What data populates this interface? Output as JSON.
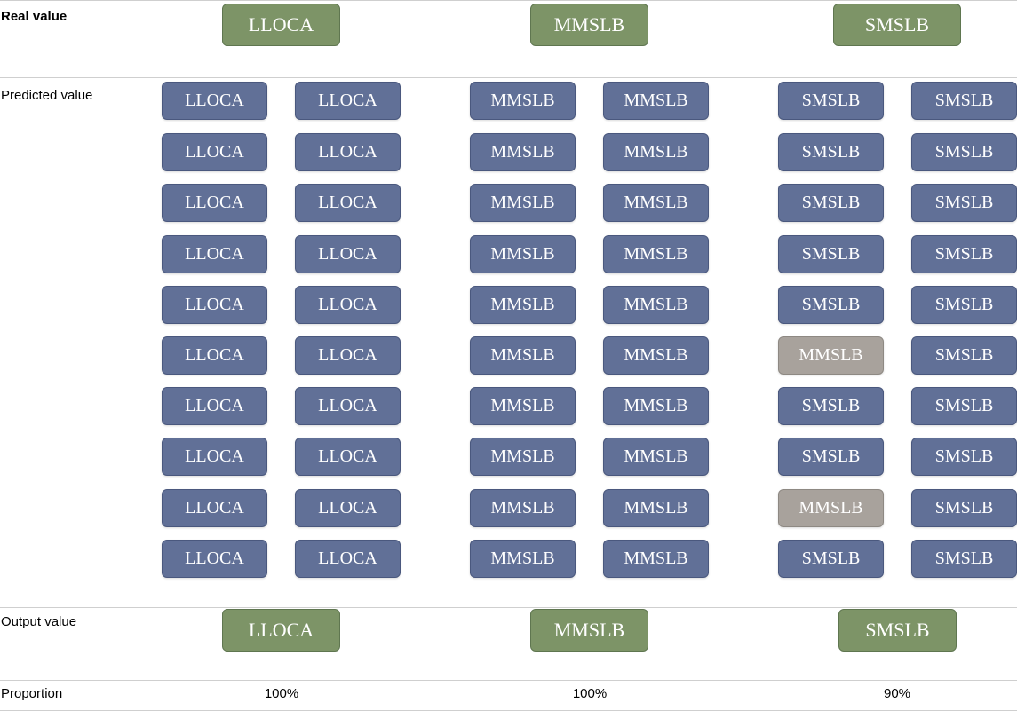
{
  "labels": {
    "real_value": "Real value",
    "predicted_value": "Predicted value",
    "output_value": "Output value",
    "proportion": "Proportion"
  },
  "colors": {
    "real_box": "#7d9467",
    "predicted_box": "#617097",
    "misclassified_box": "#a8a29c"
  },
  "groups": [
    {
      "real": "LLOCA",
      "output": "LLOCA",
      "proportion": "100%",
      "predictions": [
        [
          "LLOCA",
          "LLOCA"
        ],
        [
          "LLOCA",
          "LLOCA"
        ],
        [
          "LLOCA",
          "LLOCA"
        ],
        [
          "LLOCA",
          "LLOCA"
        ],
        [
          "LLOCA",
          "LLOCA"
        ],
        [
          "LLOCA",
          "LLOCA"
        ],
        [
          "LLOCA",
          "LLOCA"
        ],
        [
          "LLOCA",
          "LLOCA"
        ],
        [
          "LLOCA",
          "LLOCA"
        ],
        [
          "LLOCA",
          "LLOCA"
        ]
      ]
    },
    {
      "real": "MMSLB",
      "output": "MMSLB",
      "proportion": "100%",
      "predictions": [
        [
          "MMSLB",
          "MMSLB"
        ],
        [
          "MMSLB",
          "MMSLB"
        ],
        [
          "MMSLB",
          "MMSLB"
        ],
        [
          "MMSLB",
          "MMSLB"
        ],
        [
          "MMSLB",
          "MMSLB"
        ],
        [
          "MMSLB",
          "MMSLB"
        ],
        [
          "MMSLB",
          "MMSLB"
        ],
        [
          "MMSLB",
          "MMSLB"
        ],
        [
          "MMSLB",
          "MMSLB"
        ],
        [
          "MMSLB",
          "MMSLB"
        ]
      ]
    },
    {
      "real": "SMSLB",
      "output": "SMSLB",
      "proportion": "90%",
      "predictions": [
        [
          "SMSLB",
          "SMSLB"
        ],
        [
          "SMSLB",
          "SMSLB"
        ],
        [
          "SMSLB",
          "SMSLB"
        ],
        [
          "SMSLB",
          "SMSLB"
        ],
        [
          "SMSLB",
          "SMSLB"
        ],
        [
          "MMSLB",
          "SMSLB"
        ],
        [
          "SMSLB",
          "SMSLB"
        ],
        [
          "SMSLB",
          "SMSLB"
        ],
        [
          "MMSLB",
          "SMSLB"
        ],
        [
          "SMSLB",
          "SMSLB"
        ]
      ]
    }
  ]
}
